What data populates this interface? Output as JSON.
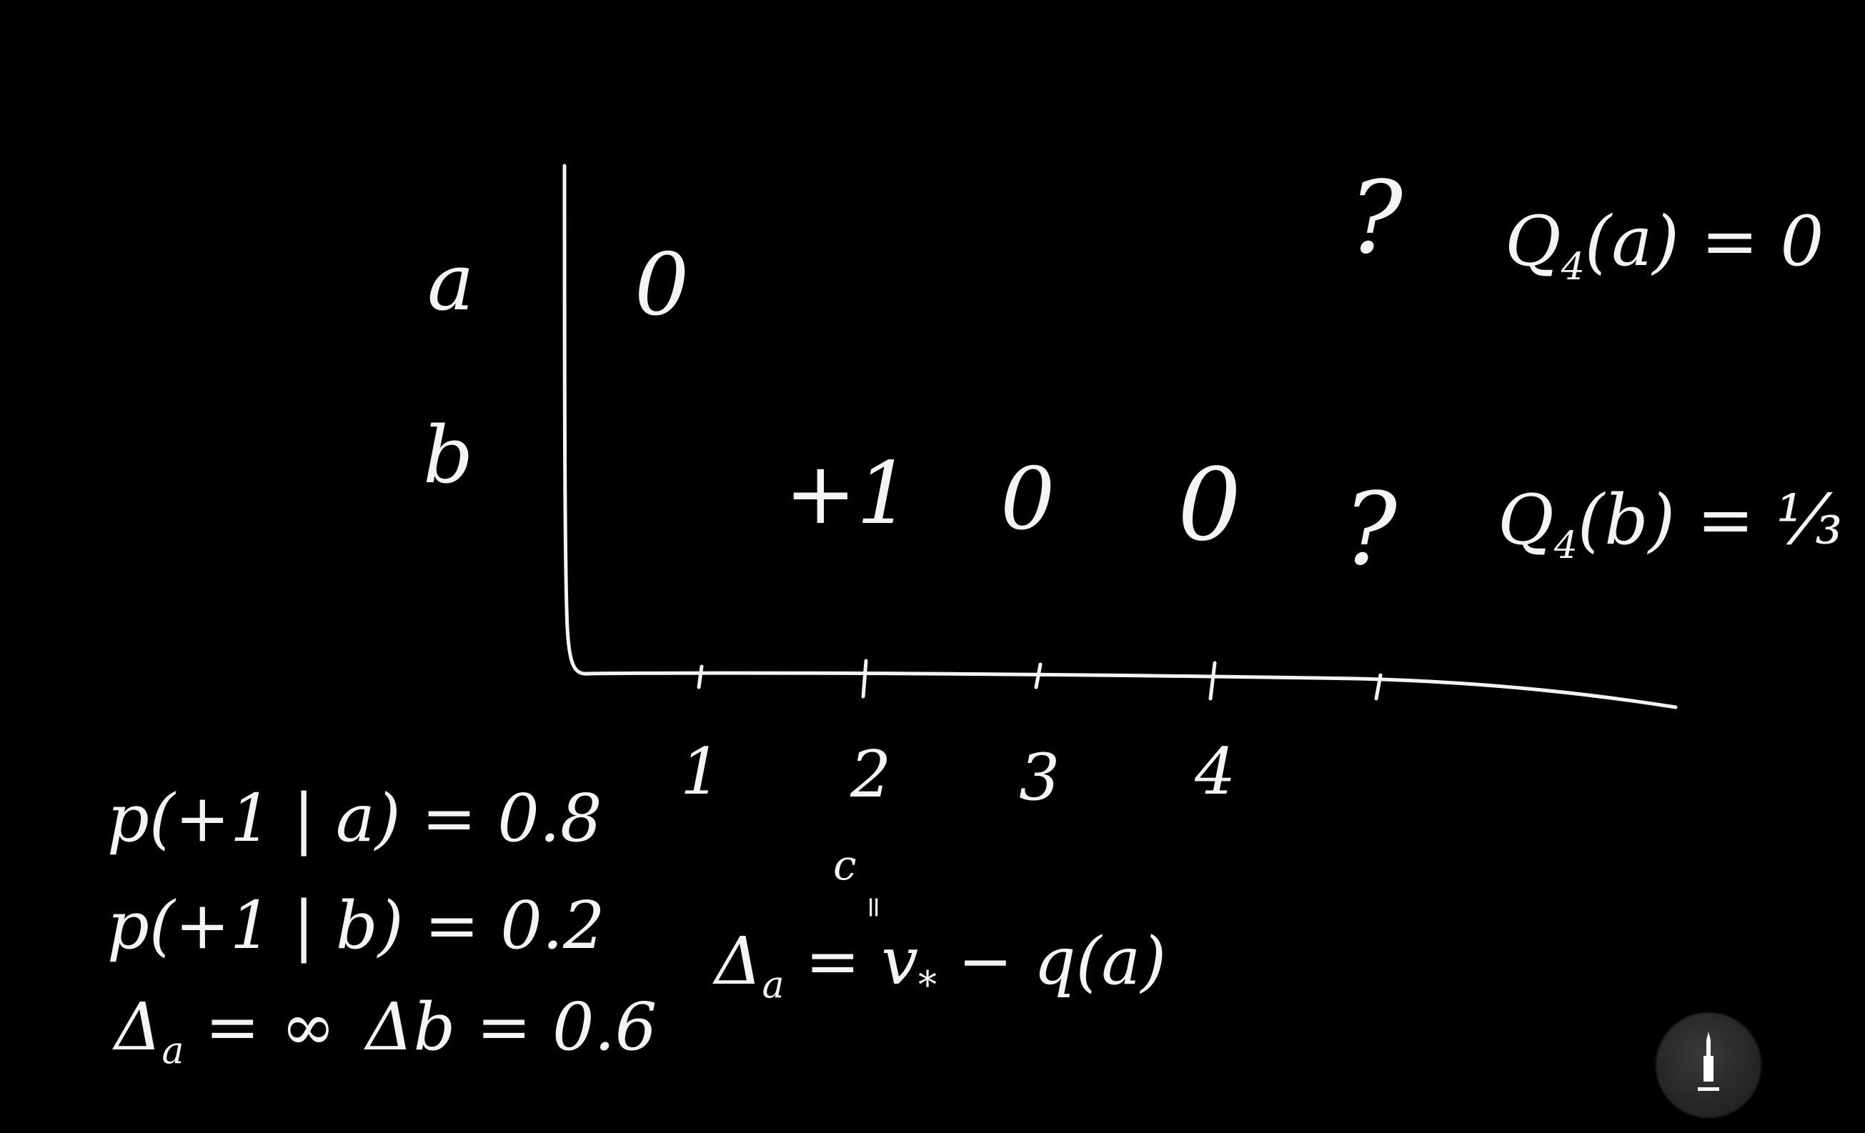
{
  "colors": {
    "background": "#000000",
    "ink": "#f4f4f4",
    "pen_button": "#2b2b2b"
  },
  "rows": {
    "a_label": "a",
    "b_label": "b"
  },
  "cells": {
    "a_t1": "0",
    "a_t5": "?",
    "b_t2": "+1",
    "b_t3": "0",
    "b_t4": "0",
    "b_t5": "?"
  },
  "axis": {
    "ticks": [
      "1",
      "2",
      "3",
      "4"
    ]
  },
  "estimates": {
    "q_a": {
      "prefix": "Q",
      "sub": "4",
      "rest": "(a) = 0"
    },
    "q_b": {
      "prefix": "Q",
      "sub": "4",
      "rest": "(b) = ⅓"
    }
  },
  "probabilities": {
    "p_a": "p(+1 | a) = 0.8",
    "p_b": "p(+1 | b) = 0.2"
  },
  "gaps": {
    "delta_a": {
      "symbol": "Δ",
      "sub": "a",
      "rest": "= ∞"
    },
    "delta_b": {
      "symbol": "Δ",
      "sub": "b",
      "rest": "= 0.6"
    }
  },
  "formula": {
    "lhs_symbol": "Δ",
    "lhs_sub": "a",
    "equals": "=",
    "v": "v",
    "v_sub": "*",
    "minus_q": "− q(a)",
    "over_c": "c",
    "over_eq": "="
  },
  "icons": {
    "pen": "pen-icon"
  }
}
